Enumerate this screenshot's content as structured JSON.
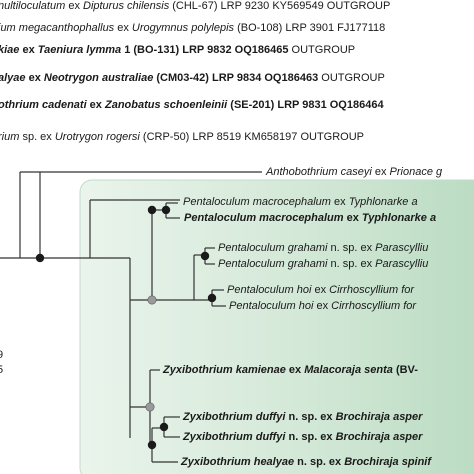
{
  "top_rows": [
    {
      "parts": [
        {
          "t": "nultiloculatum",
          "s": "i"
        },
        {
          "t": " ex ",
          "s": ""
        },
        {
          "t": "Dipturus chilensis",
          "s": "i"
        },
        {
          "t": " (CHL-67) LRP 9230 KY569549 OUTGROUP",
          "s": ""
        }
      ]
    },
    {
      "parts": [
        {
          "t": "ium megacanthophallus",
          "s": "i"
        },
        {
          "t": " ex ",
          "s": ""
        },
        {
          "t": "Urogymnus polylepis",
          "s": "i"
        },
        {
          "t": " (BO-108) LRP 3901 FJ177118",
          "s": ""
        }
      ]
    },
    {
      "parts": [
        {
          "t": "kiae",
          "s": "bi"
        },
        {
          "t": " ex ",
          "s": "b"
        },
        {
          "t": "Taeniura lymma",
          "s": "bi"
        },
        {
          "t": " 1 (BO-131) LRP 9832 OQ186465",
          "s": "b"
        },
        {
          "t": " OUTGROUP",
          "s": ""
        }
      ]
    },
    {
      "parts": [
        {
          "t": "alyae",
          "s": "bi"
        },
        {
          "t": " ex ",
          "s": "b"
        },
        {
          "t": "Neotrygon australiae",
          "s": "bi"
        },
        {
          "t": " (CM03-42) LRP 9834 OQ186463",
          "s": "b"
        },
        {
          "t": " OUTGROUP",
          "s": ""
        }
      ]
    },
    {
      "parts": [
        {
          "t": "othrium cadenati",
          "s": "bi"
        },
        {
          "t": " ex ",
          "s": "b"
        },
        {
          "t": "Zanobatus schoenleinii",
          "s": "bi"
        },
        {
          "t": " (SE-201) LRP 9831 OQ186464",
          "s": "b"
        }
      ]
    },
    {
      "parts": [
        {
          "t": "rium",
          "s": "i"
        },
        {
          "t": " sp. ex ",
          "s": ""
        },
        {
          "t": "Urotrygon rogersi",
          "s": "i"
        },
        {
          "t": " (CRP-50) LRP 8519 KM658197 OUTGROUP",
          "s": ""
        }
      ]
    }
  ],
  "tree_rows": [
    {
      "parts": [
        {
          "t": "Anthobothrium caseyi",
          "s": "i"
        },
        {
          "t": " ex ",
          "s": ""
        },
        {
          "t": "Prionace g",
          "s": "i"
        }
      ]
    },
    {
      "parts": [
        {
          "t": "Pentaloculum macrocephalum",
          "s": "i"
        },
        {
          "t": " ex ",
          "s": ""
        },
        {
          "t": "Typhlonarke a",
          "s": "i"
        }
      ]
    },
    {
      "parts": [
        {
          "t": "Pentaloculum macrocephalum",
          "s": "bi"
        },
        {
          "t": " ex ",
          "s": "b"
        },
        {
          "t": "Typhlonarke a",
          "s": "bi"
        }
      ]
    },
    {
      "parts": [
        {
          "t": "Pentaloculum grahami",
          "s": "i"
        },
        {
          "t": " n. sp. ex ",
          "s": ""
        },
        {
          "t": "Parascylliu",
          "s": "i"
        }
      ]
    },
    {
      "parts": [
        {
          "t": "Pentaloculum grahami",
          "s": "i"
        },
        {
          "t": " n. sp. ex ",
          "s": ""
        },
        {
          "t": "Parascylliu",
          "s": "i"
        }
      ]
    },
    {
      "parts": [
        {
          "t": "Pentaloculum hoi",
          "s": "i"
        },
        {
          "t": " ex ",
          "s": ""
        },
        {
          "t": "Cirrhoscyllium for",
          "s": "i"
        }
      ]
    },
    {
      "parts": [
        {
          "t": "Pentaloculum hoi",
          "s": "i"
        },
        {
          "t": " ex ",
          "s": ""
        },
        {
          "t": "Cirrhoscyllium for",
          "s": "i"
        }
      ]
    },
    {
      "parts": [
        {
          "t": "Zyxibothrium kamienae",
          "s": "bi"
        },
        {
          "t": " ex ",
          "s": "b"
        },
        {
          "t": "Malacoraja senta",
          "s": "bi"
        },
        {
          "t": " (BV-",
          "s": "b"
        }
      ]
    },
    {
      "parts": [
        {
          "t": "Zyxibothrium duffyi",
          "s": "bi"
        },
        {
          "t": " n. sp. ex ",
          "s": "b"
        },
        {
          "t": "Brochiraja asper",
          "s": "bi"
        }
      ]
    },
    {
      "parts": [
        {
          "t": "Zyxibothrium duffyi",
          "s": "bi"
        },
        {
          "t": " n. sp. ex ",
          "s": "b"
        },
        {
          "t": "Brochiraja asper",
          "s": "bi"
        }
      ]
    },
    {
      "parts": [
        {
          "t": "Zyxibothrium healyae",
          "s": "bi"
        },
        {
          "t": " n. sp. ex ",
          "s": "b"
        },
        {
          "t": "Brochiraja spinif",
          "s": "bi"
        }
      ]
    }
  ],
  "left_fragments": [
    "9",
    "5"
  ],
  "colors": {
    "text": "#1a1a1a",
    "branch": "#333333",
    "node_full_support": "#1a1a1a",
    "node_partial_support": "#9a9a9a",
    "clade_highlight": "#cfe6d4"
  }
}
